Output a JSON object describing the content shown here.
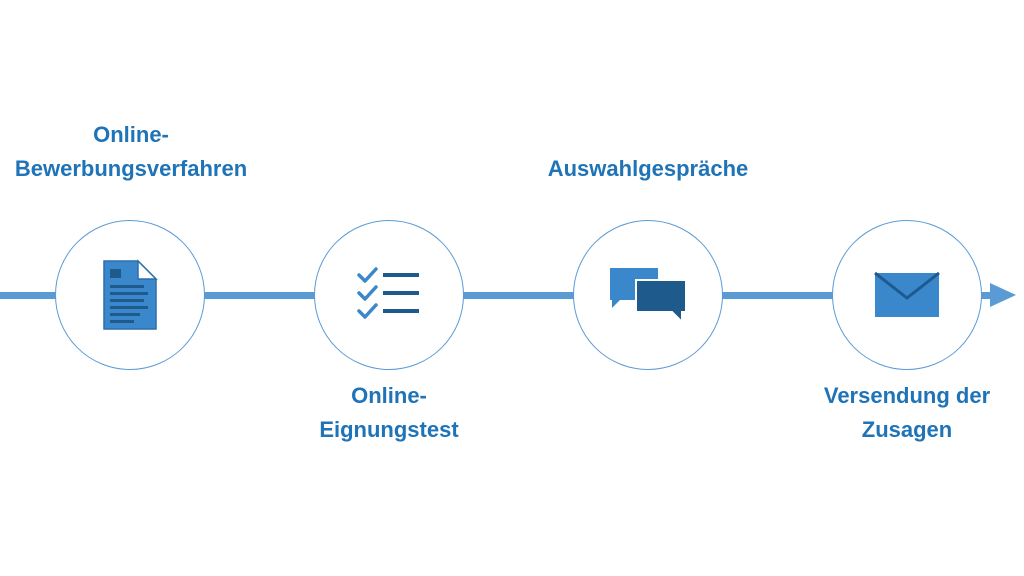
{
  "colors": {
    "timeline": "#5b9bd5",
    "label": "#1f73b7",
    "icon_light": "#3b87cc",
    "icon_dark": "#1f5a8c"
  },
  "steps": [
    {
      "label": "Online-\nBewerbungsverfahren",
      "icon": "document-icon"
    },
    {
      "label": "Online-\nEignungstest",
      "icon": "checklist-icon"
    },
    {
      "label": "Auswahlgespräche",
      "icon": "chat-bubbles-icon"
    },
    {
      "label": "Versendung der\nZusagen",
      "icon": "envelope-icon"
    }
  ]
}
